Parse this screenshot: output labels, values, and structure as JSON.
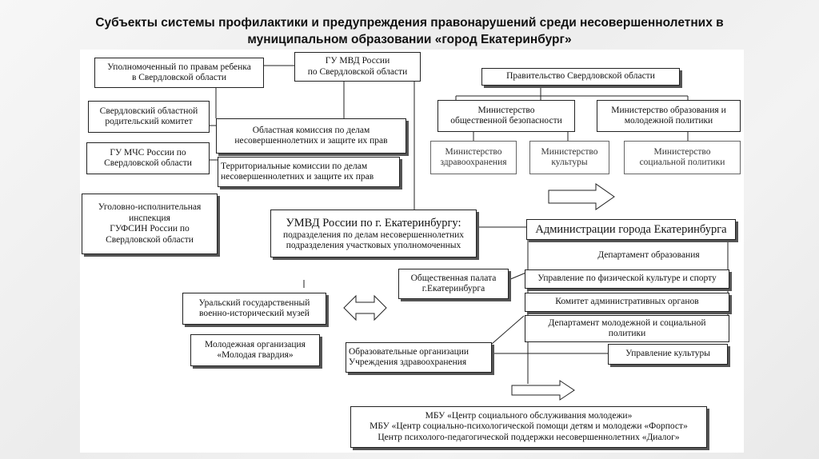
{
  "title": {
    "line1": "Субъекты системы профилактики и предупреждения правонарушений среди несовершеннолетних в",
    "line2": "муниципальном образовании «город Екатеринбург»"
  },
  "nodes": {
    "ombudsman": [
      "Уполномоченный по правам ребенка",
      "в Свердловской области"
    ],
    "mvd": [
      "ГУ МВД России",
      "по Свердловской области"
    ],
    "parents": [
      "Свердловский областной",
      "родительский комитет"
    ],
    "regional_commission": [
      "Областная комиссия по делам",
      "несовершеннолетних и защите их прав"
    ],
    "mchs": [
      "ГУ МЧС России по",
      "Свердловской области"
    ],
    "territorial_commissions": [
      "Территориальные комиссии по делам",
      "несовершеннолетних и защите их прав"
    ],
    "fsin": [
      "Уголовно-исполнительная",
      "инспекция",
      "ГУФСИН России по",
      "Свердловской области"
    ],
    "government": [
      "Правительство Свердловской области"
    ],
    "min_security": [
      "Министерство",
      "общественной безопасности"
    ],
    "min_education": [
      "Министерство  образования и",
      "молодежной политики"
    ],
    "min_health": [
      "Министерство",
      "здравоохранения"
    ],
    "min_culture": [
      "Министерство",
      "культуры"
    ],
    "min_social": [
      "Министерство",
      "социальной политики"
    ],
    "umvd": [
      "УМВД России по г. Екатеринбургу:",
      "подразделения по делам несовершеннолетних",
      "подразделения участковых уполномоченных"
    ],
    "city_admin": [
      "Администрации города Екатеринбурга"
    ],
    "dept_education": [
      "Департамент образования"
    ],
    "public_chamber": [
      "Общественная палата",
      "г.Екатеринбурга"
    ],
    "sport": [
      "Управление по физической культуре и спорту"
    ],
    "admin_committee": [
      "Комитет административных органов"
    ],
    "youth_dept": [
      "Департамент молодежной и социальной",
      "политики"
    ],
    "culture_dept": [
      "Управление культуры"
    ],
    "museum": [
      "Уральский государственный",
      "военно-исторический музей"
    ],
    "young_guard": [
      "Молодежная организация",
      "«Молодая гвардия»"
    ],
    "edu_orgs": [
      "Образовательные организации",
      "Учреждения здравоохранения"
    ],
    "mbu": [
      "МБУ  «Центр социального обслуживания молодежи»",
      "МБУ «Центр социально-психологической помощи детям и молодежи «Форпост»",
      "Центр психолого-педагогической поддержки несовершеннолетних «Диалог»"
    ]
  }
}
